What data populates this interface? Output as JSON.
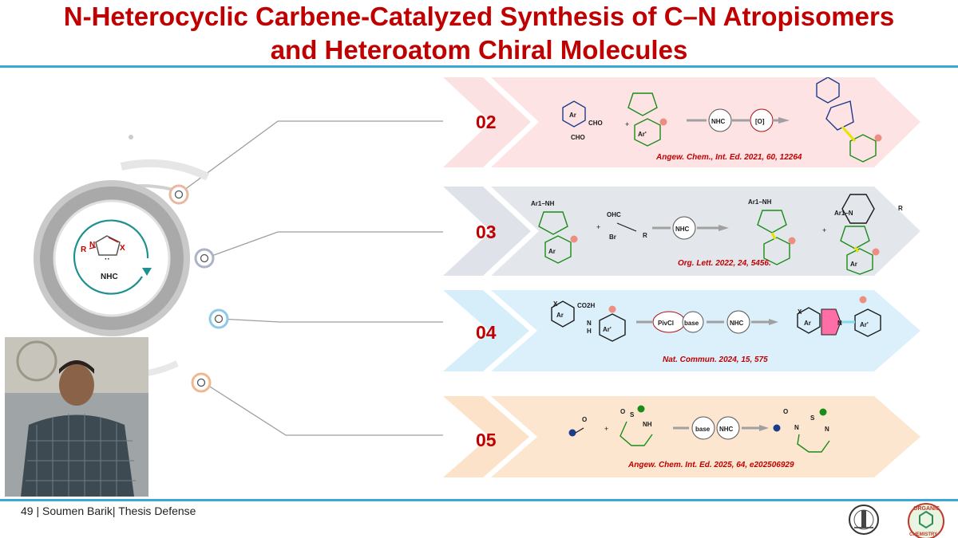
{
  "slide": {
    "title_line1": "N-Heterocyclic Carbene-Catalyzed Synthesis of C–N Atropisomers",
    "title_line2": "and Heteroatom Chiral Molecules",
    "footer": "49 | Soumen Barik| Thesis Defense"
  },
  "hub": {
    "nhc_label": "NHC",
    "r_label": "R",
    "n_label": "N",
    "x_label": "X"
  },
  "reactions": [
    {
      "number": "02",
      "reference": "Angew. Chem., Int. Ed. 2021, 60, 12264",
      "reagent_labels": [
        "Ar",
        "CHO",
        "CHO",
        "Ar'",
        "[O]"
      ],
      "color": "#fde3e3"
    },
    {
      "number": "03",
      "reference": "Org. Lett. 2022, 24, 5456.",
      "reagent_labels": [
        "Ar1–NH",
        "OHC",
        "Br",
        "R",
        "Ar",
        "Ar1–NH",
        "Ar1–N",
        "R",
        "Ar"
      ],
      "color": "#e3e7ec"
    },
    {
      "number": "04",
      "reference": "Nat. Commun. 2024, 15, 575",
      "reagent_labels": [
        "X",
        "CO2H",
        "Ar",
        "N",
        "H",
        "Ar'",
        "PivCl",
        "base",
        "X",
        "Ar",
        "N",
        "Ar'"
      ],
      "color": "#dcf0fb"
    },
    {
      "number": "05",
      "reference": "Angew. Chem. Int. Ed. 2025, 64, e202506929",
      "reagent_labels": [
        "O",
        "O",
        "S",
        "NH",
        "base",
        "O",
        "N",
        "S",
        "N"
      ],
      "color": "#fde6cf"
    }
  ],
  "catalyst_label": "NHC",
  "plus_sign": "+",
  "logos": {
    "right_logo_text_top": "ORGANIC",
    "right_logo_text_bottom": "CHEMISTRY"
  },
  "colors": {
    "title": "#c00000",
    "rule": "#3ba6d9",
    "accent_pink": "#fde3e3",
    "accent_grey": "#e3e7ec",
    "accent_blue": "#dcf0fb",
    "accent_orange": "#fde6cf"
  }
}
